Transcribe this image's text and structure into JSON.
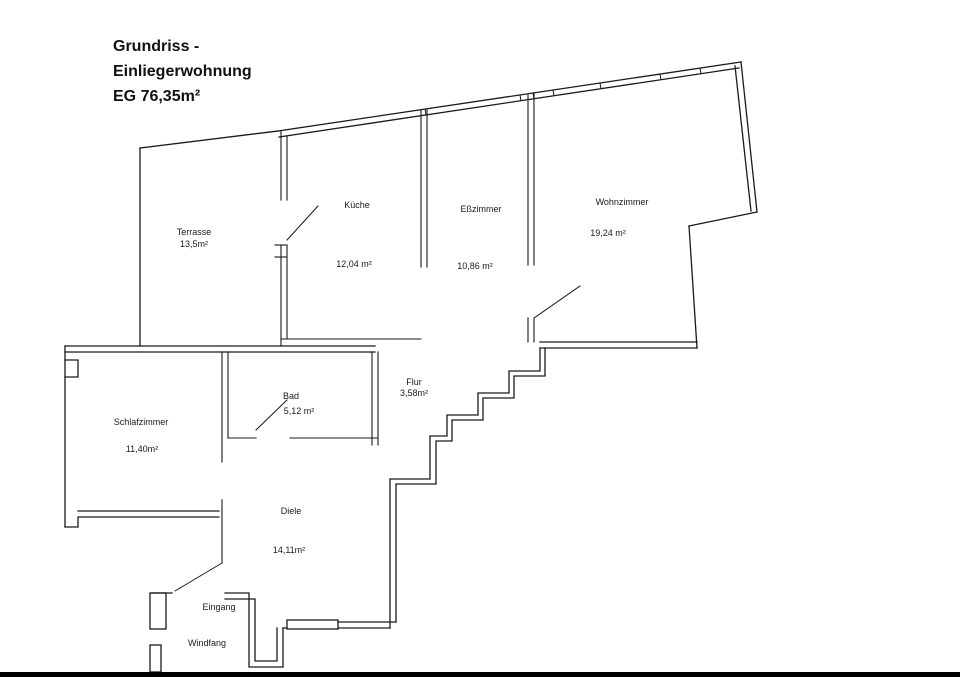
{
  "title": {
    "line1": "Grundriss -",
    "line2": "Einliegerwohnung",
    "line3": "EG 76,35m²"
  },
  "rooms": {
    "terrasse": {
      "name": "Terrasse",
      "area": "13,5m²"
    },
    "kueche": {
      "name": "Küche",
      "area": "12,04 m²"
    },
    "esszimmer": {
      "name": "Eßzimmer",
      "area": "10,86 m²"
    },
    "wohnzimmer": {
      "name": "Wohnzimmer",
      "area": "19,24 m²"
    },
    "schlafzimmer": {
      "name": "Schlafzimmer",
      "area": "11,40m²"
    },
    "bad": {
      "name": "Bad",
      "area": "5,12 m²"
    },
    "flur": {
      "name": "Flur",
      "area": "3,58m²"
    },
    "diele": {
      "name": "Diele",
      "area": "14,11m²"
    },
    "eingang": {
      "name": "Eingang"
    },
    "windfang": {
      "name": "Windfang"
    }
  },
  "colors": {
    "wall": "#1a1a1a",
    "background": "#ffffff"
  }
}
